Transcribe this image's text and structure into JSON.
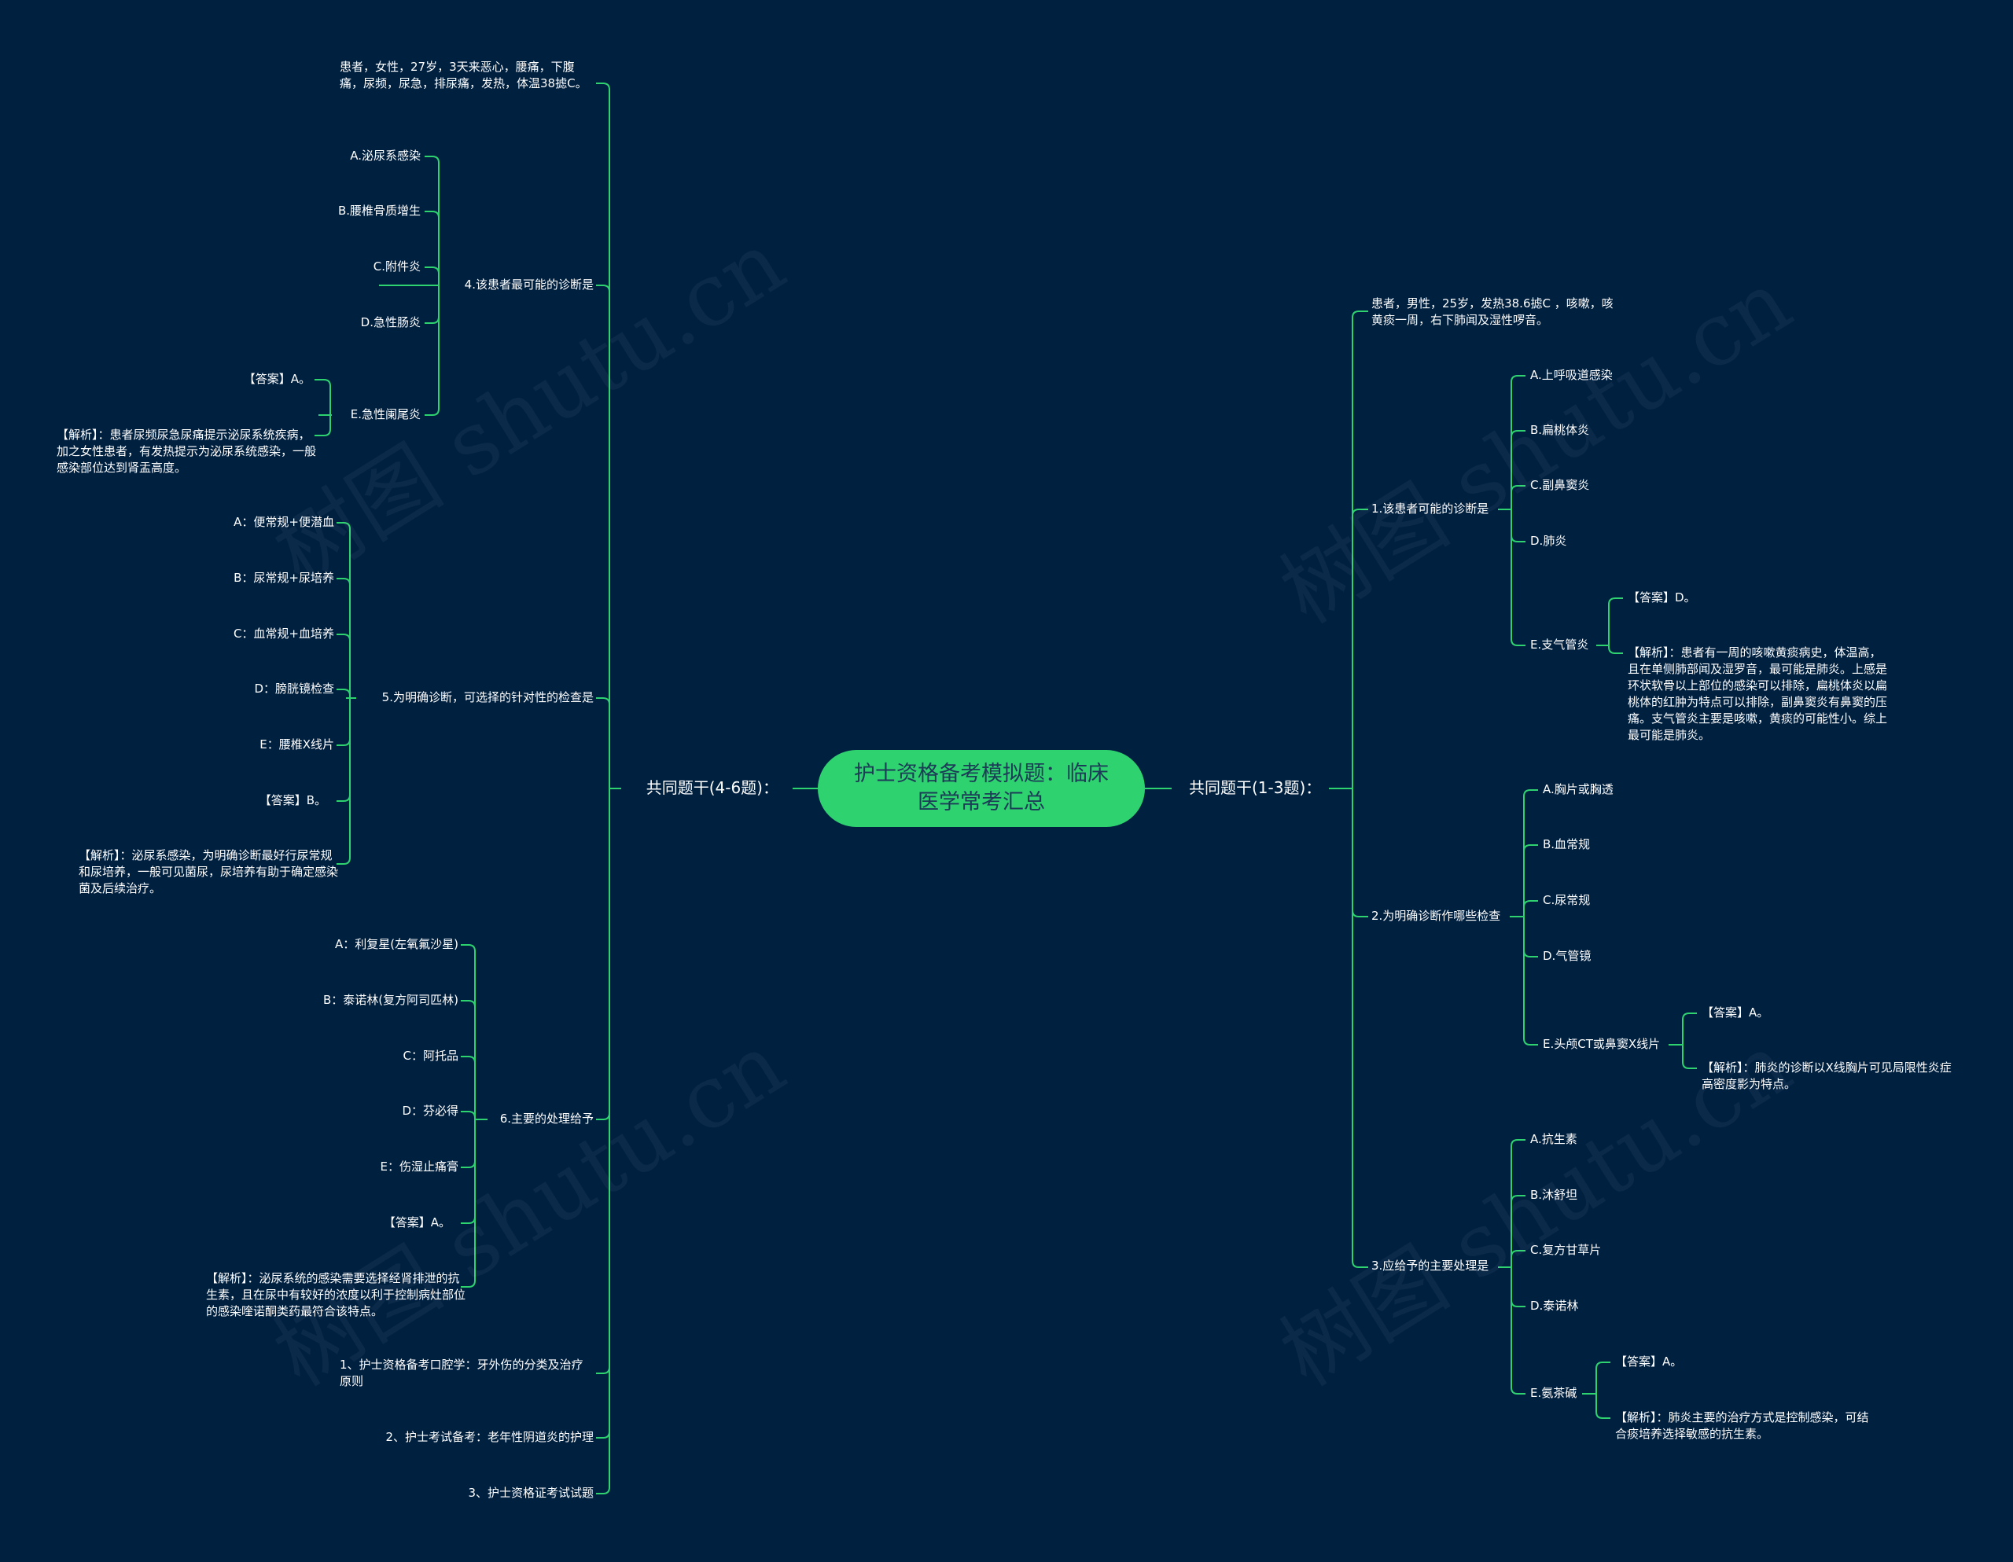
{
  "watermark": "树图 shutu.cn",
  "root": {
    "title": "护士资格备考模拟题：临床医学常考汇总"
  },
  "right": {
    "label": "共同题干(1-3题)：",
    "stem": "患者，男性，25岁，发热38.6摅C ，咳嗽，咳黄痰一周，右下肺闻及湿性啰音。",
    "q1": {
      "label": "1.该患者可能的诊断是",
      "options": [
        "A.上呼吸道感染",
        "B.扁桃体炎",
        "C.副鼻窦炎",
        "D.肺炎",
        "E.支气管炎"
      ],
      "answer": "【答案】D。",
      "analysis": "【解析】：患者有一周的咳嗽黄痰病史，体温高，且在单侧肺部闻及湿罗音，最可能是肺炎。上感是环状软骨以上部位的感染可以排除，扁桃体炎以扁桃体的红肿为特点可以排除，副鼻窦炎有鼻窦的压痛。支气管炎主要是咳嗽，黄痰的可能性小。综上最可能是肺炎。"
    },
    "q2": {
      "label": "2.为明确诊断作哪些检查",
      "options": [
        "A.胸片或胸透",
        "B.血常规",
        "C.尿常规",
        "D.气管镜",
        "E.头颅CT或鼻窦X线片"
      ],
      "answer": "【答案】A。",
      "analysis": "【解析】：肺炎的诊断以X线胸片可见局限性炎症高密度影为特点。"
    },
    "q3": {
      "label": "3.应给予的主要处理是",
      "options": [
        "A.抗生素",
        "B.沐舒坦",
        "C.复方甘草片",
        "D.泰诺林",
        "E.氨茶碱"
      ],
      "answer": "【答案】A。",
      "analysis": "【解析】：肺炎主要的治疗方式是控制感染，可结合痰培养选择敏感的抗生素。"
    }
  },
  "left": {
    "label": "共同题干(4-6题)：",
    "stem": "患者，女性，27岁，3天来恶心，腰痛，下腹痛，尿频，尿急，排尿痛，发热，体温38摅C。",
    "q4": {
      "label": "4.该患者最可能的诊断是",
      "options": [
        "A.泌尿系感染",
        "B.腰椎骨质增生",
        "C.附件炎",
        "D.急性肠炎",
        "E.急性阑尾炎"
      ],
      "answer": "【答案】A。",
      "analysis": "【解析】：患者尿频尿急尿痛提示泌尿系统疾病，加之女性患者，有发热提示为泌尿系统感染，一般感染部位达到肾盂高度。"
    },
    "q5": {
      "label": "5.为明确诊断，可选择的针对性的检查是",
      "items": [
        "A：便常规+便潜血",
        "B：尿常规+尿培养",
        "C：血常规+血培养",
        "D：膀胱镜检查",
        "E：腰椎X线片",
        "【答案】B。",
        "【解析】：泌尿系感染，为明确诊断最好行尿常规和尿培养，一般可见菌尿，尿培养有助于确定感染菌及后续治疗。"
      ]
    },
    "q6": {
      "label": "6.主要的处理给予",
      "items": [
        "A：利复星(左氧氟沙星)",
        "B：泰诺林(复方阿司匹林)",
        "C：阿托品",
        "D：芬必得",
        "E：伤湿止痛膏",
        "【答案】A。",
        "【解析】：泌尿系统的感染需要选择经肾排泄的抗生素，且在尿中有较好的浓度以利于控制病灶部位的感染喹诺酮类药最符合该特点。"
      ]
    },
    "links": [
      "1、护士资格备考口腔学：牙外伤的分类及治疗原则",
      "2、护士考试备考：老年性阴道炎的护理",
      "3、护士资格证考试试题"
    ]
  },
  "colors": {
    "background": "#002040",
    "line": "#2ed36f",
    "root_fill": "#2ed36f",
    "root_text": "#1c3b57",
    "text": "#ffffff"
  }
}
